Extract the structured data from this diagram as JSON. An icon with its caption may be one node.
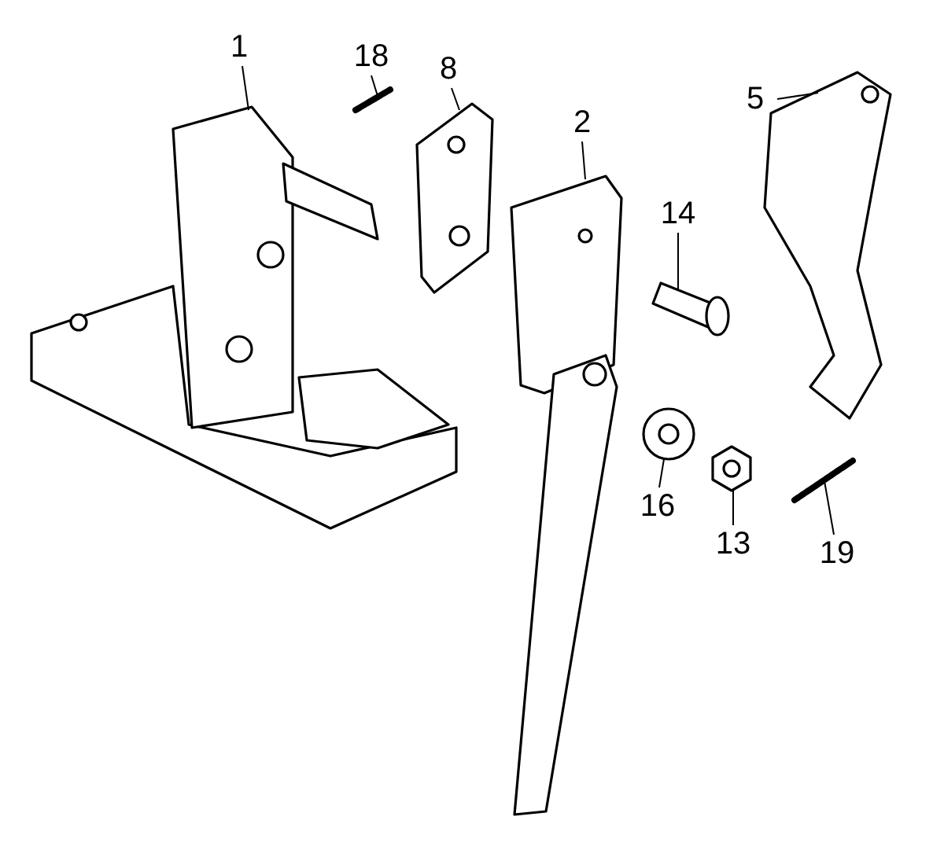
{
  "diagram": {
    "nodes": [
      {
        "text": [
          "1"
        ]
      },
      {
        "text": [
          "18"
        ]
      },
      {
        "text": [
          "8"
        ]
      },
      {
        "text": [
          "2"
        ]
      },
      {
        "text": [
          "5"
        ]
      },
      {
        "text": [
          "14"
        ]
      },
      {
        "text": [
          "16"
        ]
      },
      {
        "text": [
          "13"
        ]
      },
      {
        "text": [
          "19"
        ]
      },
      {
        "text": [],
        "shape": "picture"
      },
      {
        "text": [],
        "shape": "picture"
      },
      {
        "text": [],
        "shape": "picture"
      },
      {
        "text": [],
        "shape": "picture"
      },
      {
        "text": [],
        "shape": "picture"
      },
      {
        "text": [],
        "shape": "picture"
      },
      {
        "text": [],
        "shape": "picture"
      },
      {
        "text": [],
        "shape": "picture"
      },
      {
        "text": [],
        "shape": "picture"
      }
    ],
    "edges": [
      {
        "from": 0,
        "to": 9,
        "arrow": "none"
      },
      {
        "from": 1,
        "to": 10,
        "arrow": "none"
      },
      {
        "from": 2,
        "to": 11,
        "arrow": "none"
      },
      {
        "from": 3,
        "to": 12,
        "arrow": "none"
      },
      {
        "from": 4,
        "to": 13,
        "arrow": "none"
      },
      {
        "from": 5,
        "to": 14,
        "arrow": "none"
      },
      {
        "from": 6,
        "to": 15,
        "arrow": "none"
      },
      {
        "from": 7,
        "to": 16,
        "arrow": "none"
      },
      {
        "from": 8,
        "to": 17,
        "arrow": "none"
      }
    ]
  }
}
